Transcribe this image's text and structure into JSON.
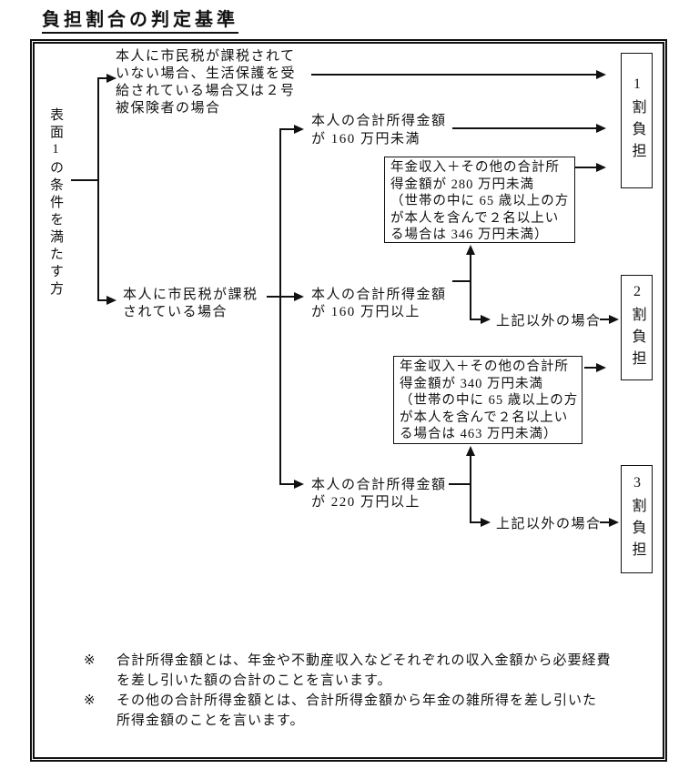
{
  "page": {
    "title": "負担割合の判定基準"
  },
  "diagram": {
    "root_label": "表面1の条件を満たす方",
    "no_tax": {
      "lines": [
        "本人に市民税が課税されて",
        "いない場合、生活保護を受",
        "給されている場合又は２号",
        "被保険者の場合"
      ]
    },
    "taxed": {
      "lines": [
        "本人に市民税が課税",
        "されている場合"
      ]
    },
    "lt160": {
      "lines": [
        "本人の合計所得金額",
        "が 160 万円未満"
      ]
    },
    "ge160": {
      "lines": [
        "本人の合計所得金額",
        "が 160 万円以上"
      ]
    },
    "ge220": {
      "lines": [
        "本人の合計所得金額",
        "が 220 万円以上"
      ]
    },
    "pension280": {
      "lines": [
        "年金収入＋その他の合計所",
        "得金額が 280 万円未満",
        "（世帯の中に 65 歳以上の方",
        "が本人を含んで２名以上い",
        "る場合は 346 万円未満）"
      ]
    },
    "pension340": {
      "lines": [
        "年金収入＋その他の合計所",
        "得金額が 340 万円未満",
        "（世帯の中に 65 歳以上の方",
        "が本人を含んで２名以上い",
        "る場合は 463 万円未満）"
      ]
    },
    "other1": "上記以外の場合",
    "other2": "上記以外の場合",
    "burden1": "1割負担",
    "burden2": "2割負担",
    "burden3": "3割負担"
  },
  "notes": [
    {
      "marker": "※",
      "lines": [
        "合計所得金額とは、年金や不動産収入などそれぞれの収入金額から必要経費",
        "を差し引いた額の合計のことを言います。"
      ]
    },
    {
      "marker": "※",
      "lines": [
        "その他の合計所得金額とは、合計所得金額から年金の雑所得を差し引いた",
        "所得金額のことを言います。"
      ]
    }
  ]
}
